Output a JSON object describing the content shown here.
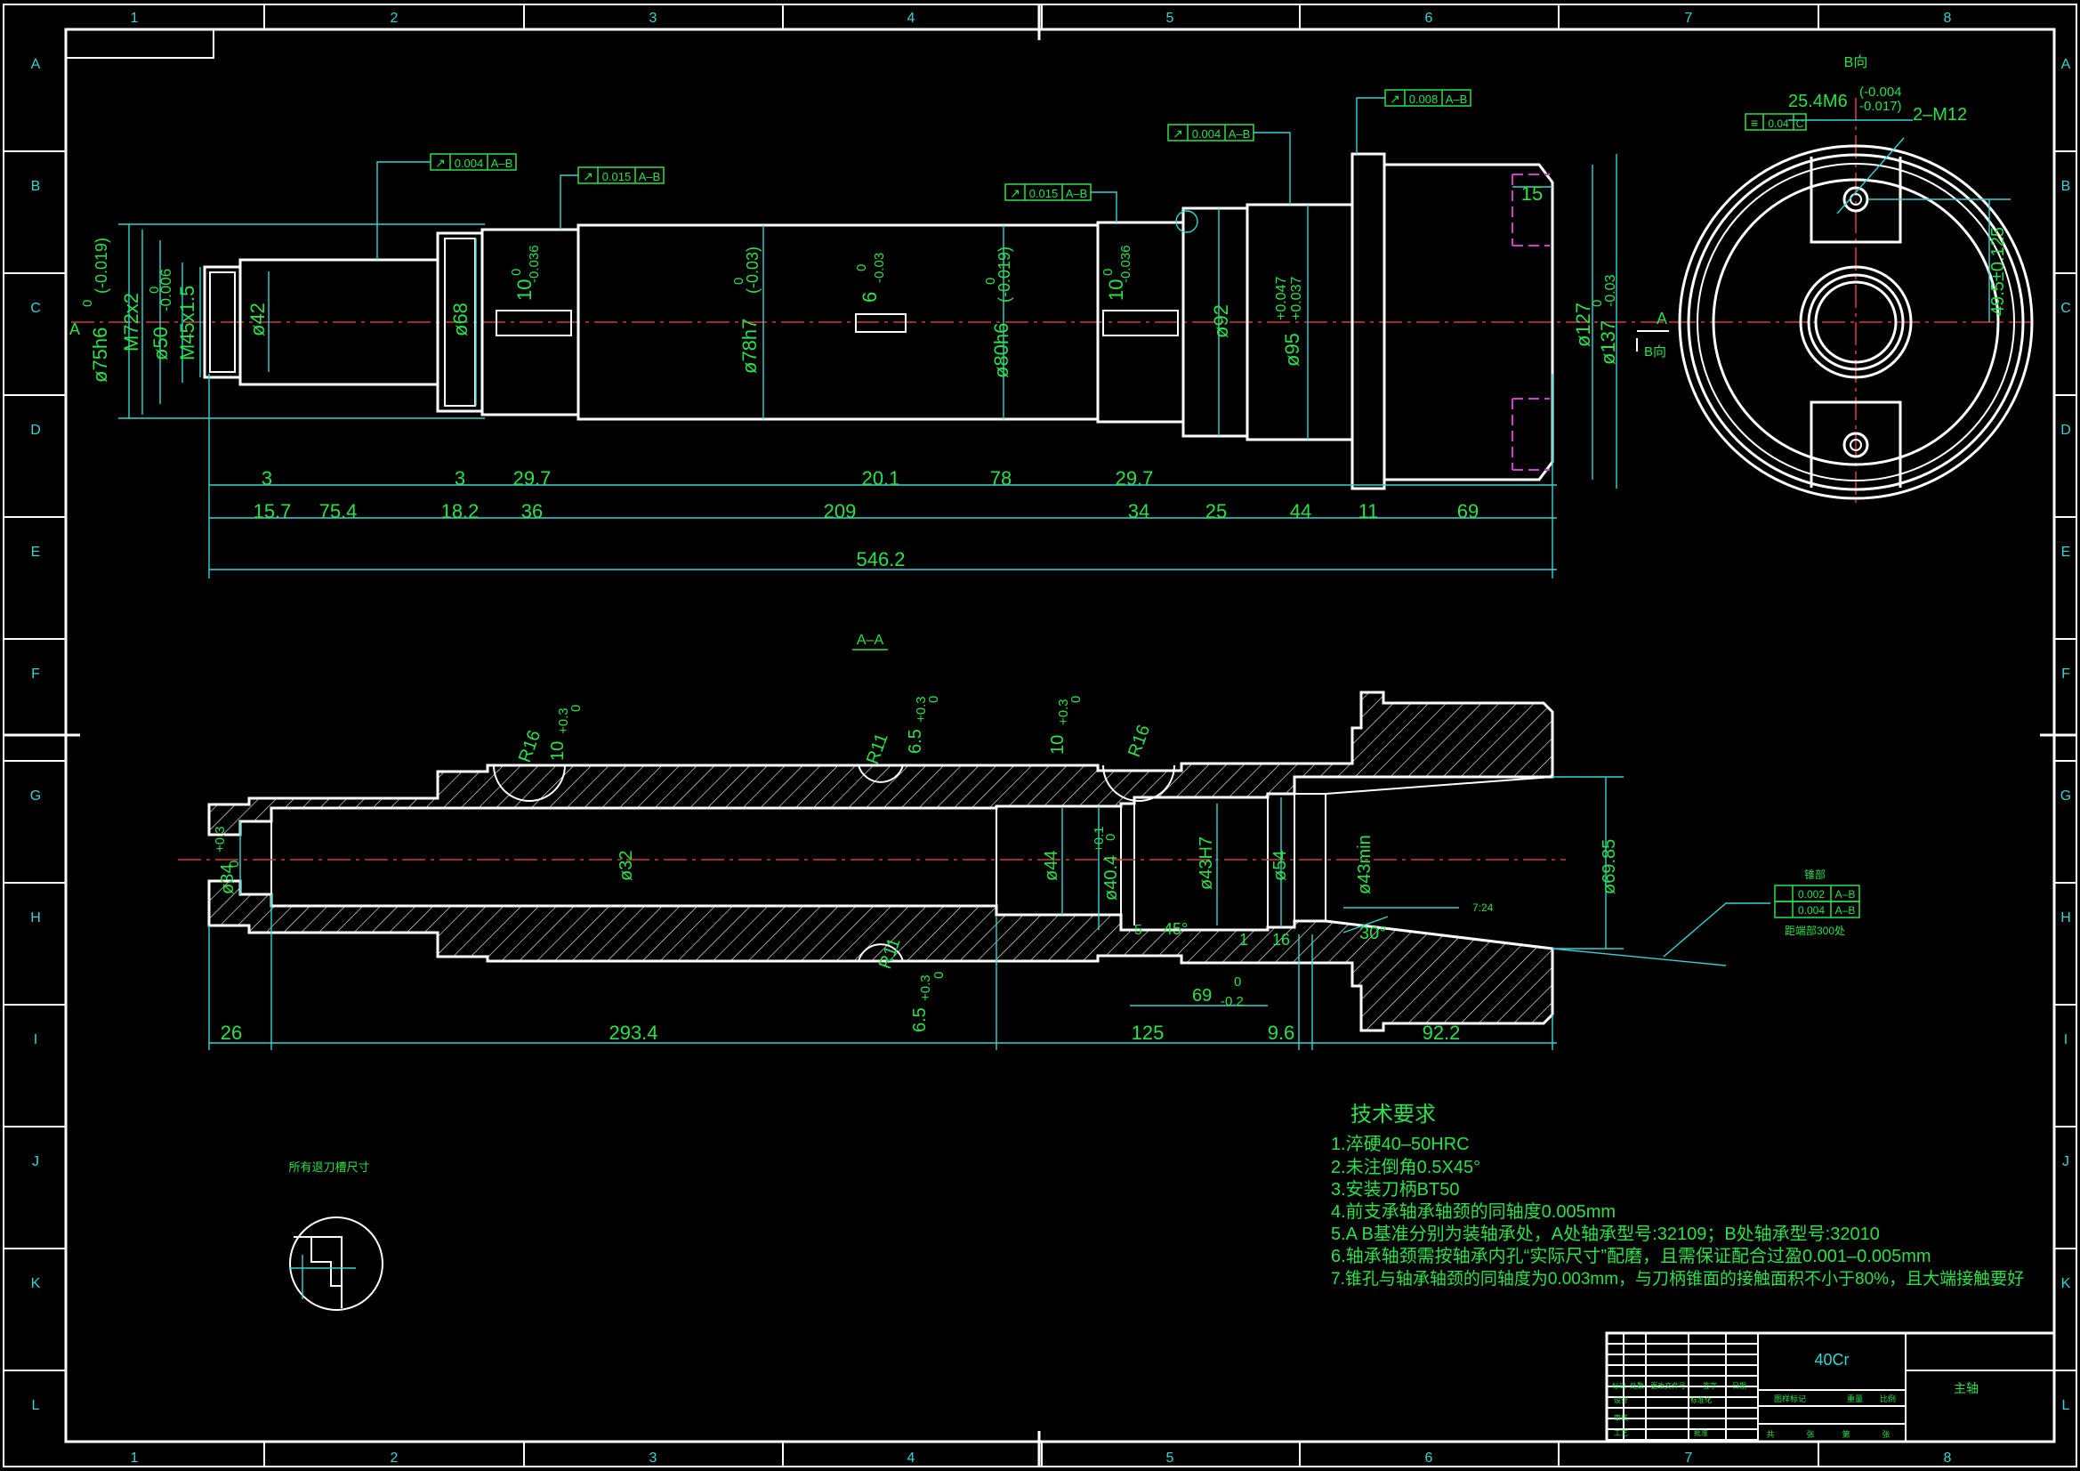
{
  "colors": {
    "background": "#000000",
    "outline": "#ffffff",
    "dimension": "#34d4d4",
    "text": "#29e14a",
    "centerline": "#d33a3a",
    "hidden": "#d63cc8"
  },
  "frame": {
    "columns": [
      "1",
      "2",
      "3",
      "4",
      "5",
      "6",
      "7",
      "8"
    ],
    "rows": [
      "A",
      "B",
      "C",
      "D",
      "E",
      "F",
      "G",
      "H",
      "I",
      "J",
      "K",
      "L"
    ]
  },
  "top_view": {
    "diameters": [
      "ø75h6",
      "M72x2",
      "ø50",
      "M45x1.5",
      "ø42",
      "ø68",
      "ø78h7",
      "ø80h6",
      "ø92",
      "ø95",
      "ø127",
      "ø137"
    ],
    "tolerances": {
      "d75": "(-0.019)",
      "d50": "-0.006",
      "d78": "(-0.03)",
      "d80": "(-0.019)",
      "d95a": "+0.047",
      "d95b": "+0.037",
      "d137": "-0.03"
    },
    "keyways": [
      {
        "w": "10",
        "tol": "-0.036"
      },
      {
        "w": "6",
        "tol": "-0.03"
      },
      {
        "w": "10",
        "tol": "-0.036"
      }
    ],
    "dims_row1": [
      "3",
      "3",
      "29.7",
      "20.1",
      "78",
      "29.7",
      "15"
    ],
    "dims_row2": [
      "15.7",
      "75.4",
      "18.2",
      "36",
      "209",
      "34",
      "25",
      "44",
      "11",
      "69"
    ],
    "overall": "546.2",
    "gdt": [
      {
        "sym": "↗",
        "val": "0.004",
        "ref": "A–B"
      },
      {
        "sym": "↗",
        "val": "0.015",
        "ref": "A–B"
      },
      {
        "sym": "↗",
        "val": "0.015",
        "ref": "A–B"
      },
      {
        "sym": "↗",
        "val": "0.004",
        "ref": "A–B"
      },
      {
        "sym": "↗",
        "val": "0.008",
        "ref": "A–B"
      }
    ],
    "zero": "0",
    "section_marks": [
      "A",
      "A",
      "B向"
    ]
  },
  "end_view": {
    "title": "B向",
    "thread": "25.4M6",
    "thread_tol_a": "(-0.004",
    "thread_tol_b": "-0.017)",
    "holes": "2–M12",
    "sym_box": {
      "sym": "≡",
      "val": "0.04",
      "ref": "C"
    },
    "offset": "49.5±0.125"
  },
  "section": {
    "title": "A–A",
    "labels": [
      "R16",
      "R11",
      "R16",
      "R11"
    ],
    "grooves": [
      "10",
      "6.5",
      "10",
      "6.5"
    ],
    "groove_tol": "+0.3",
    "diameters": [
      "ø34",
      "ø32",
      "ø44",
      "ø40.4",
      "ø43H7",
      "ø54",
      "ø43min",
      "ø69.85"
    ],
    "dtol": [
      "+0.3",
      "+0.1"
    ],
    "chamfer": "45°",
    "cone": "30°",
    "taper": "7:24",
    "small": [
      "5",
      "1",
      "16"
    ],
    "len69": "69",
    "len69_tol": "-0.2",
    "bottom": [
      "26",
      "293.4",
      "125",
      "9.6",
      "92.2"
    ],
    "taper_box_title": "锥部",
    "taper_box_rows": [
      {
        "val": "0.002",
        "ref": "A–B"
      },
      {
        "val": "0.004",
        "ref": "A–B"
      }
    ],
    "taper_box_note": "距端部300处"
  },
  "detail_label": "所有退刀槽尺寸",
  "notes": {
    "title": "技术要求",
    "items": [
      "1.淬硬40–50HRC",
      "2.未注倒角0.5X45°",
      "3.安装刀柄BT50",
      "4.前支承轴承轴颈的同轴度0.005mm",
      "5.A B基准分别为装轴承处，A处轴承型号:32109；B处轴承型号:32010",
      "6.轴承轴颈需按轴承内孔“实际尺寸”配磨，且需保证配合过盈0.001–0.005mm",
      "7.锥孔与轴承轴颈的同轴度为0.003mm，与刀柄锥面的接触面积不小于80%，且大端接触要好"
    ]
  },
  "title_block": {
    "material": "40Cr",
    "part_name": "主轴",
    "header_cells": [
      "标记",
      "处数",
      "更改文件号",
      "签字",
      "日期"
    ],
    "row_cells": [
      "设计",
      "标准化",
      "审核",
      "工艺",
      "批准"
    ],
    "right_cells": [
      "图样标记",
      "重量",
      "比例",
      "共",
      "张",
      "第",
      "张"
    ]
  }
}
